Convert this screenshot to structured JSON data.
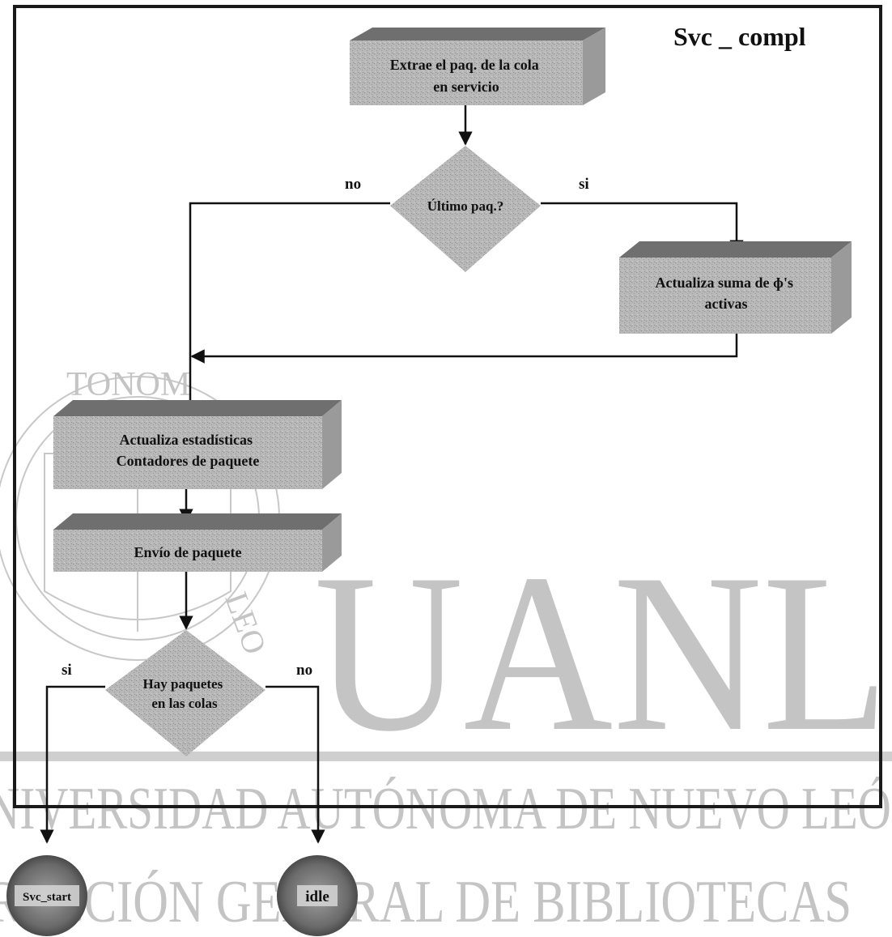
{
  "diagram": {
    "title": "Svc _ compl",
    "nodes": {
      "extract": {
        "lines": [
          "Extrae el paq. de la cola",
          "en servicio"
        ]
      },
      "last_packet": {
        "lines": [
          "Último paq.?"
        ]
      },
      "update_sum": {
        "lines": [
          "Actualiza suma de ɸ's",
          "activas"
        ]
      },
      "update_stats": {
        "lines": [
          "Actualiza estadísticas",
          "Contadores de paquete"
        ]
      },
      "send_packet": {
        "lines": [
          "Envío de paquete"
        ]
      },
      "queues_check": {
        "lines": [
          "Hay paquetes",
          "en las colas"
        ]
      },
      "svc_start": {
        "label": "Svc_start"
      },
      "idle": {
        "label": "idle"
      }
    },
    "branches": {
      "last_no": "no",
      "last_yes": "si",
      "queues_yes": "si",
      "queues_no": "no"
    }
  },
  "watermark": {
    "big": "UANL",
    "line1": "UNIVERSIDAD AUTÓNOMA DE NUEVO LEÓN",
    "line2": "DIRECCIÓN GENERAL DE BIBLIOTECAS",
    "seal_top": "TONOM",
    "seal_right": "LEO"
  },
  "colors": {
    "box_fill": "#b5b5b5",
    "box_top": "#6f6f6f",
    "frame": "#1a1a1a",
    "watermark": "#c4c4c4"
  }
}
